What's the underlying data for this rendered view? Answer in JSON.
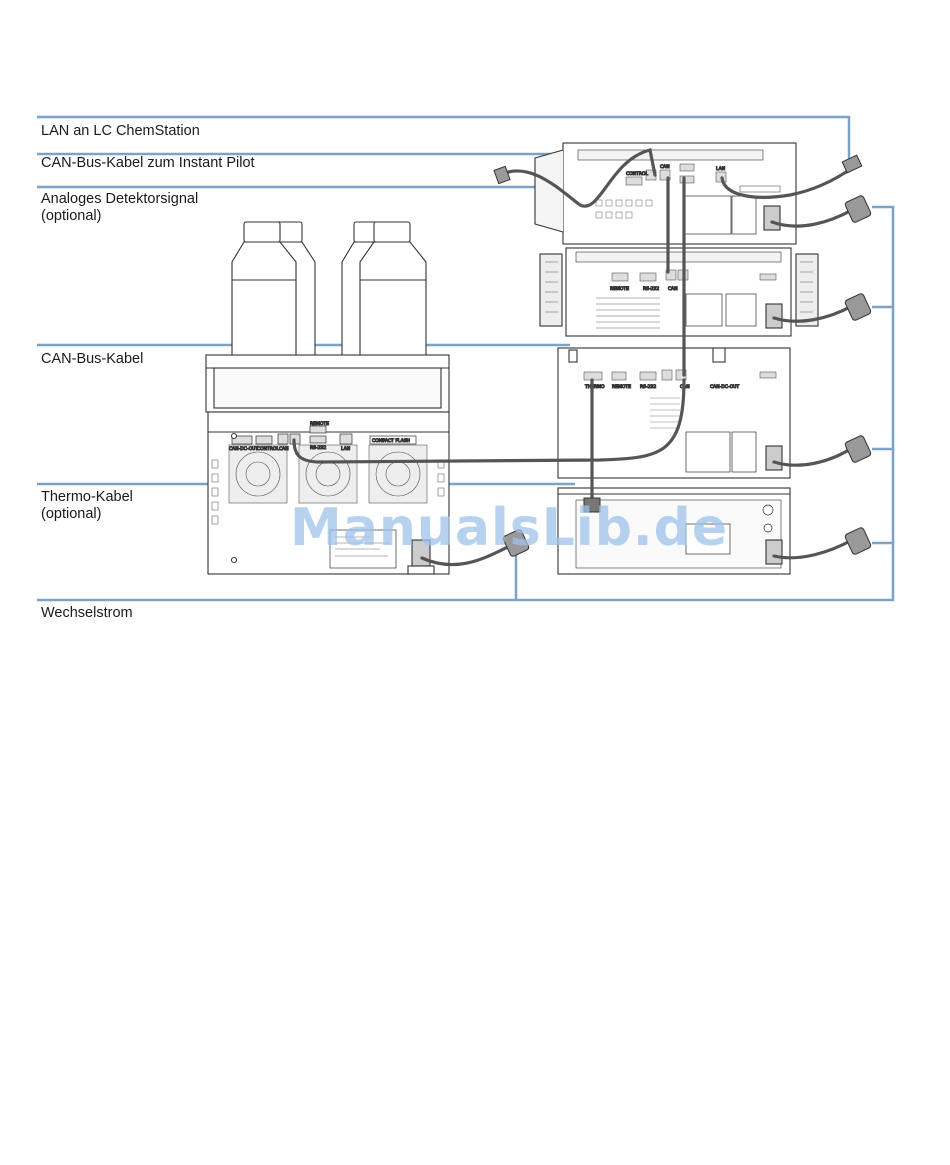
{
  "callouts": {
    "lan": "LAN an LC ChemStation",
    "can_pilot": "CAN-Bus-Kabel zum Instant Pilot",
    "analog_1": "Analoges Detektorsignal",
    "analog_2": "(optional)",
    "can_bus": "CAN-Bus-Kabel",
    "thermo_1": "Thermo-Kabel",
    "thermo_2": "(optional)",
    "ac": "Wechselstrom"
  },
  "panel_labels": {
    "control": "CONTROL",
    "can": "CAN",
    "lan": "LAN",
    "remote": "REMOTE",
    "rs232": "RS-232",
    "compact_flash": "COMPACT FLASH",
    "can_dc_out": "CAN-DC-OUT",
    "therm": "THERMO"
  },
  "watermark": "ManualsLib.de",
  "colors": {
    "leader": "#7da2c6",
    "outline": "#333333",
    "cable": "#555555",
    "watermark": "#9ec3ea"
  }
}
